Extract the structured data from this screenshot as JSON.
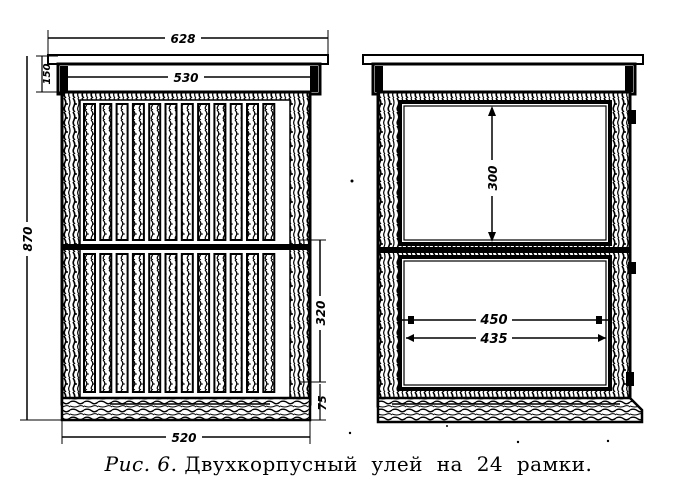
{
  "front_view": {
    "dim_overall_width": "628",
    "dim_inner_width": "530",
    "dim_roof_height": "150",
    "dim_total_height": "870",
    "dim_body_height": "320",
    "dim_bottom": "75",
    "dim_base_width": "520"
  },
  "side_view": {
    "dim_frame_height": "300",
    "dim_frame_outer": "450",
    "dim_frame_inner": "435"
  },
  "caption": {
    "prefix": "Рис.",
    "number": "6.",
    "text": "Двухкорпусный  улей  на  24  рамки."
  }
}
